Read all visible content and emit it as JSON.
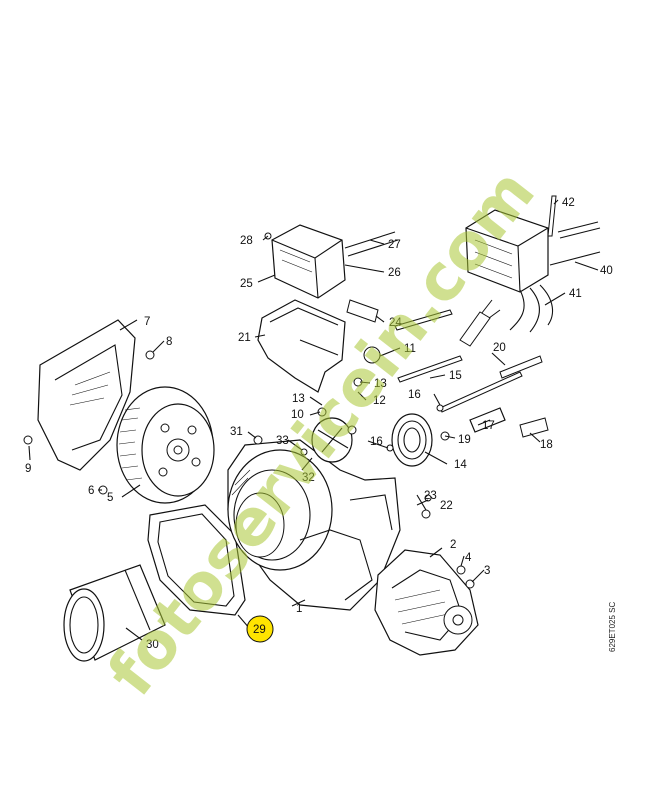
{
  "diagram": {
    "callouts": [
      "1",
      "2",
      "3",
      "4",
      "5",
      "6",
      "7",
      "8",
      "9",
      "10",
      "11",
      "12",
      "13",
      "14",
      "15",
      "16",
      "17",
      "18",
      "19",
      "20",
      "21",
      "22",
      "23",
      "24",
      "25",
      "26",
      "27",
      "28",
      "29",
      "30",
      "31",
      "32",
      "33",
      "40",
      "41",
      "42"
    ],
    "highlighted_callout": "29",
    "highlight_color": "#ffe400",
    "drawing_code": "629ET025 SC",
    "watermark": {
      "text": "fotoservicein.com",
      "color": "#a9c734"
    }
  }
}
